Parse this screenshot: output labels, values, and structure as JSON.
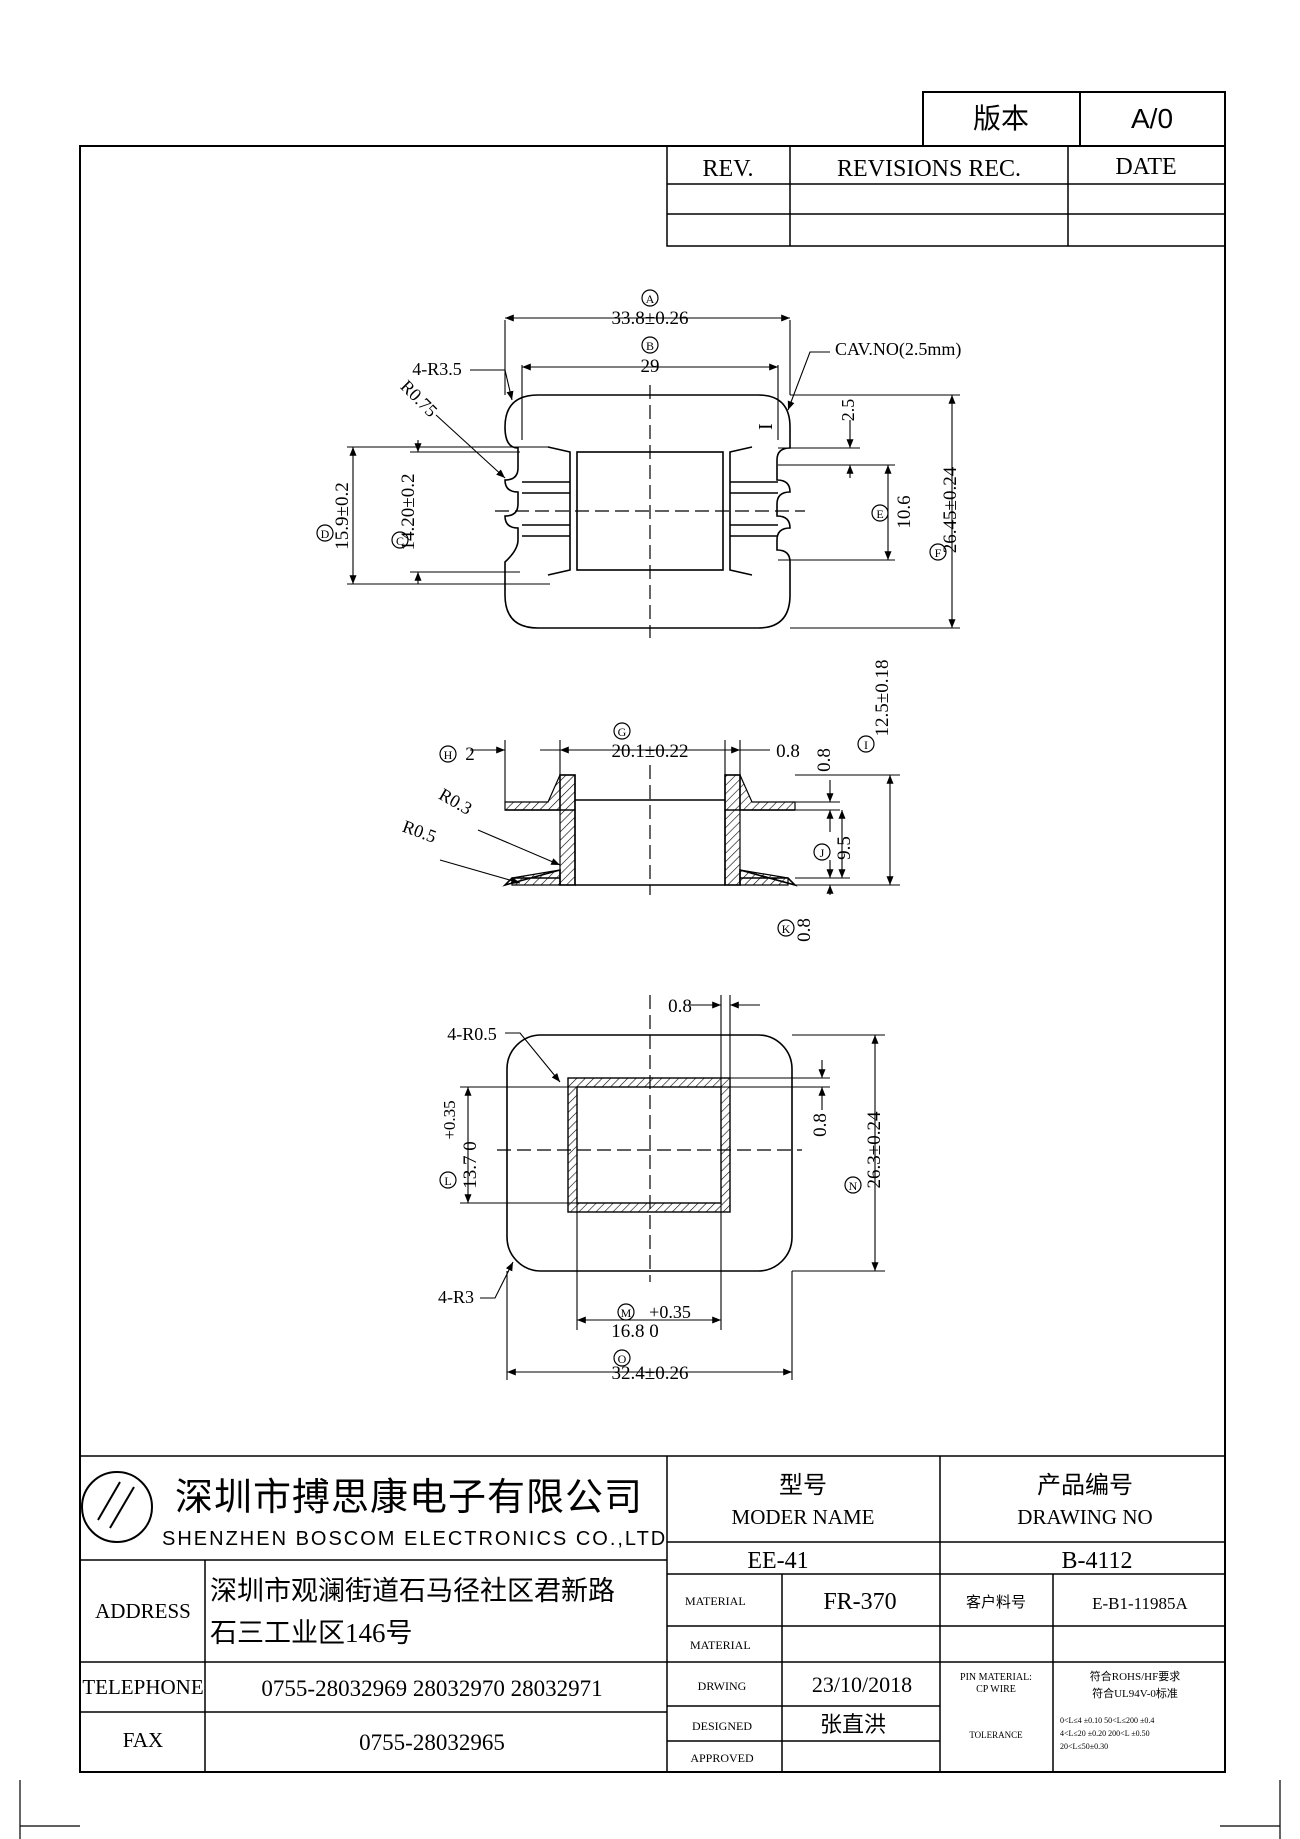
{
  "version_box": {
    "label": "版本",
    "value": "A/0"
  },
  "revision_table": {
    "headers": [
      "REV.",
      "REVISIONS REC.",
      "DATE"
    ]
  },
  "drawing": {
    "top_view": {
      "A": "A",
      "A_dim": "33.8±0.26",
      "B": "B",
      "B_dim": "29",
      "corner_r": "4-R3.5",
      "slot_r": "R0.75",
      "cav": "CAV.NO(2.5mm)",
      "cav_mark": "I",
      "dim_25": "2.5",
      "D": "D",
      "D_dim": "15.9±0.2",
      "C": "C",
      "C_dim": "14.20±0.2",
      "E": "E",
      "E_dim": "10.6",
      "F": "F",
      "F_dim": "26.45±0.24"
    },
    "side_view": {
      "G": "G",
      "G_dim": "20.1±0.22",
      "H": "H",
      "H_dim": "2",
      "dim_08a": "0.8",
      "dim_08b": "0.8",
      "I": "I",
      "I_dim": "12.5±0.18",
      "r03": "R0.3",
      "r05": "R0.5",
      "J": "J",
      "J_dim": "9.5",
      "K": "K",
      "K_dim": "0.8"
    },
    "bottom_view": {
      "dim_08top": "0.8",
      "corner_r05": "4-R0.5",
      "L": "L",
      "L_tol": "+0.35",
      "L_dim": "13.7 0",
      "dim_08right": "0.8",
      "N": "N",
      "N_dim": "26.3±0.24",
      "corner_r3": "4-R3",
      "M": "M",
      "M_tol": "+0.35",
      "M_dim": "16.8 0",
      "O": "O",
      "O_dim": "32.4±0.26"
    }
  },
  "title_block": {
    "company_cn": "深圳市搏思康电子有限公司",
    "company_en": "SHENZHEN BOSCOM ELECTRONICS CO.,LTD",
    "address_label": "ADDRESS",
    "address_line1": "深圳市观澜街道石马径社区君新路",
    "address_line2": "石三工业区146号",
    "telephone_label": "TELEPHONE",
    "telephone": "0755-28032969 28032970 28032971",
    "fax_label": "FAX",
    "fax": "0755-28032965",
    "model_label_cn": "型号",
    "model_label_en": "MODER NAME",
    "model_value": "EE-41",
    "drawing_label_cn": "产品编号",
    "drawing_label_en": "DRAWING NO",
    "drawing_value": "B-4112",
    "material_label": "MATERIAL",
    "material_value": "FR-370",
    "material2_label": "MATERIAL",
    "customer_label": "客户料号",
    "customer_value": "E-B1-11985A",
    "drwing_label": "DRWING",
    "drwing_value": "23/10/2018",
    "pin_label1": "PIN MATERIAL:",
    "pin_label2": "CP WIRE",
    "pin_value1": "符合ROHS/HF要求",
    "pin_value2": "符合UL94V-0标准",
    "designed_label": "DESIGNED",
    "designed_value": "张直洪",
    "approved_label": "APPROVED",
    "tolerance_label": "TOLERANCE",
    "tol_line1": "0<L≤4 ±0.10   50<L≤200 ±0.4",
    "tol_line2": "4<L≤20 ±0.20  200<L     ±0.50",
    "tol_line3": "20<L≤50±0.30"
  }
}
